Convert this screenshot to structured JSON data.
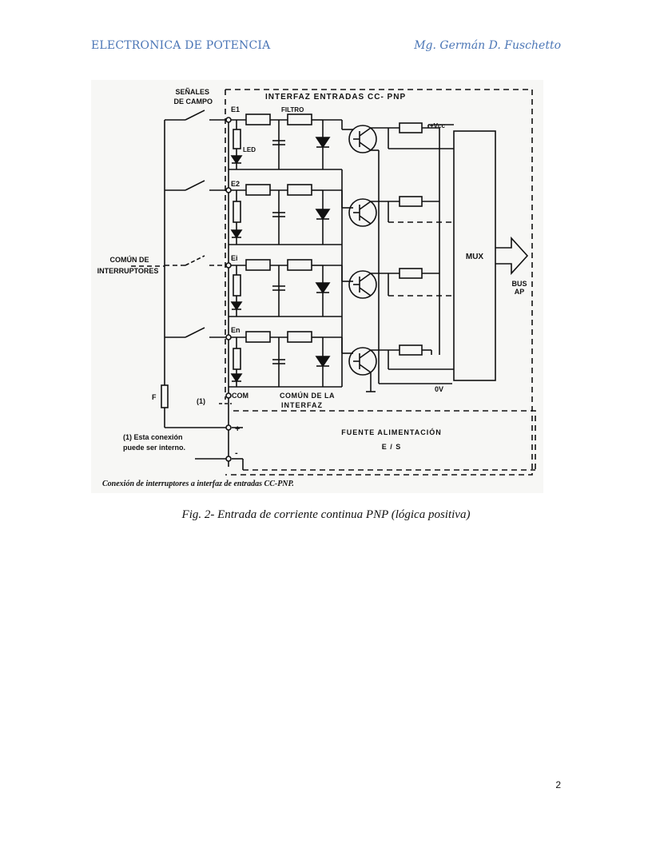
{
  "header": {
    "left": "ELECTRONICA DE POTENCIA",
    "right": "Mg. Germán D. Fuschetto"
  },
  "figure": {
    "labels": {
      "senales_1": "SEÑALES",
      "senales_2": "DE CAMPO",
      "interfaz_title": "INTERFAZ   ENTRADAS CC- PNP",
      "filtro": "FILTRO",
      "led": "LED",
      "e1": "E1",
      "e2": "E2",
      "ei": "Ei",
      "en": "En",
      "vcc": "+Vcc",
      "mux": "MUX",
      "bus_1": "BUS",
      "bus_2": "AP",
      "comun_1": "COMÚN DE",
      "comun_2": "INTERRUPTORES",
      "f": "F",
      "one": "(1)",
      "com": "COM",
      "comun_interfaz_1": "COMÚN DE LA",
      "comun_interfaz_2": "INTERFAZ",
      "ov": "0V",
      "plus": "+",
      "minus": "-",
      "fuente_1": "FUENTE ALIMENTACIÓN",
      "fuente_2": "E / S",
      "note_1": "(1) Esta conexión",
      "note_2": "puede ser interno.",
      "subcaption": "Conexión de interruptores a interfaz de entradas CC-PNP."
    }
  },
  "caption": "Fig. 2- Entrada de corriente continua PNP (lógica positiva)",
  "page_number": "2"
}
